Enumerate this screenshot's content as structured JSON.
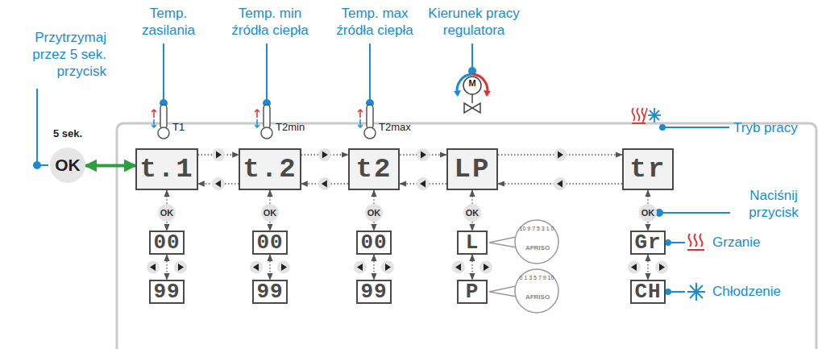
{
  "diagram": {
    "nodes": [
      {
        "text": [
          "OK"
        ]
      },
      {
        "text": [
          "t.1"
        ]
      },
      {
        "text": [
          "t.2"
        ]
      },
      {
        "text": [
          "t2"
        ]
      },
      {
        "text": [
          "LP"
        ]
      },
      {
        "text": [
          "tr"
        ]
      },
      {
        "text": [
          "OK"
        ]
      },
      {
        "text": [
          "OK"
        ]
      },
      {
        "text": [
          "OK"
        ]
      },
      {
        "text": [
          "OK"
        ]
      },
      {
        "text": [
          "OK"
        ]
      },
      {
        "text": [
          "00"
        ]
      },
      {
        "text": [
          "99"
        ]
      },
      {
        "text": [
          "00"
        ]
      },
      {
        "text": [
          "99"
        ]
      },
      {
        "text": [
          "00"
        ]
      },
      {
        "text": [
          "99"
        ]
      },
      {
        "text": [
          "L"
        ]
      },
      {
        "text": [
          "P"
        ]
      },
      {
        "text": [
          "Gr"
        ]
      },
      {
        "text": [
          "CH"
        ]
      }
    ],
    "edges": [
      {
        "from": 0,
        "to": 1,
        "arrow": "both"
      },
      {
        "from": 1,
        "to": 2,
        "arrow": "to"
      },
      {
        "from": 2,
        "to": 1,
        "arrow": "to"
      },
      {
        "from": 2,
        "to": 3,
        "arrow": "to"
      },
      {
        "from": 3,
        "to": 2,
        "arrow": "to"
      },
      {
        "from": 3,
        "to": 4,
        "arrow": "to"
      },
      {
        "from": 4,
        "to": 3,
        "arrow": "to"
      },
      {
        "from": 4,
        "to": 5,
        "arrow": "to"
      },
      {
        "from": 5,
        "to": 4,
        "arrow": "to"
      },
      {
        "from": 6,
        "to": 1,
        "arrow": "to"
      },
      {
        "from": 6,
        "to": 11,
        "arrow": "to"
      },
      {
        "from": 7,
        "to": 2,
        "arrow": "to"
      },
      {
        "from": 7,
        "to": 13,
        "arrow": "to"
      },
      {
        "from": 8,
        "to": 3,
        "arrow": "to"
      },
      {
        "from": 8,
        "to": 15,
        "arrow": "to"
      },
      {
        "from": 9,
        "to": 4,
        "arrow": "to"
      },
      {
        "from": 9,
        "to": 17,
        "arrow": "to"
      },
      {
        "from": 10,
        "to": 5,
        "arrow": "to"
      },
      {
        "from": 10,
        "to": 19,
        "arrow": "to"
      },
      {
        "from": 11,
        "to": 12,
        "arrow": "both"
      },
      {
        "from": 13,
        "to": 14,
        "arrow": "both"
      },
      {
        "from": 15,
        "to": 16,
        "arrow": "both"
      },
      {
        "from": 17,
        "to": 18,
        "arrow": "both"
      },
      {
        "from": 19,
        "to": 20,
        "arrow": "both"
      }
    ],
    "labels": [
      "Przytrzymaj przez 5 sek. przycisk",
      "5 sek.",
      "Temp. zasilania",
      "Temp. min źródła ciepła",
      "Temp. max źródła ciepła",
      "Kierunek pracy regulatora",
      "T1",
      "T2min",
      "T2max",
      "Tryb pracy",
      "Naciśnij przycisk",
      "Grzanie",
      "Chłodzenie",
      "AFRISO",
      "AFRISO",
      "10 9 7 5 3 1 0",
      "0 1 3 5 7 9 10",
      "M"
    ]
  }
}
